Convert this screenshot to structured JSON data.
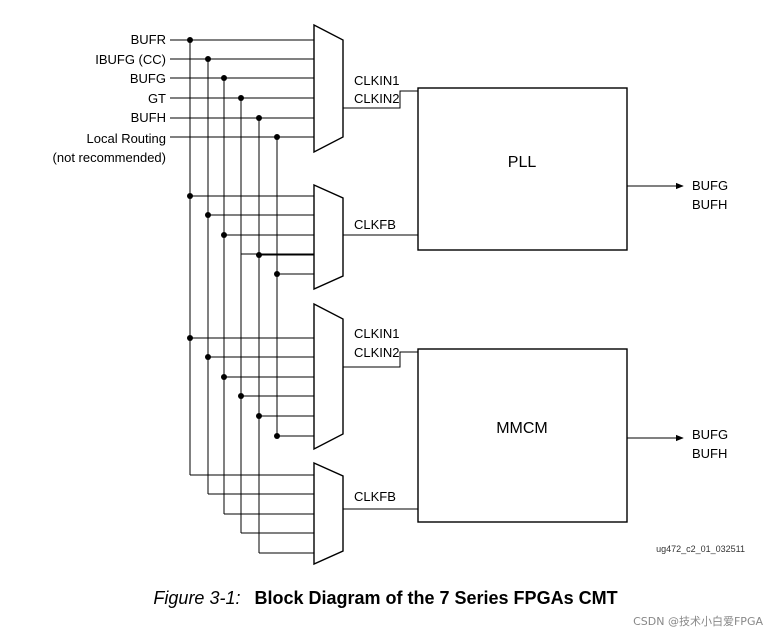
{
  "inputs": [
    {
      "label": "BUFR"
    },
    {
      "label": "IBUFG (CC)"
    },
    {
      "label": "BUFG"
    },
    {
      "label": "GT"
    },
    {
      "label": "BUFH"
    },
    {
      "label": "Local Routing",
      "sub": "(not recommended)"
    }
  ],
  "blocks": [
    {
      "name": "PLL",
      "in1": "CLKIN1",
      "in2": "CLKIN2",
      "fb": "CLKFB",
      "out1": "BUFG",
      "out2": "BUFH"
    },
    {
      "name": "MMCM",
      "in1": "CLKIN1",
      "in2": "CLKIN2",
      "fb": "CLKFB",
      "out1": "BUFG",
      "out2": "BUFH"
    }
  ],
  "doc_id": "ug472_c2_01_032511",
  "caption": {
    "figure": "Figure 3-1:",
    "title": "Block Diagram of the 7 Series FPGAs CMT"
  },
  "watermark": "CSDN @技术小白爱FPGA"
}
